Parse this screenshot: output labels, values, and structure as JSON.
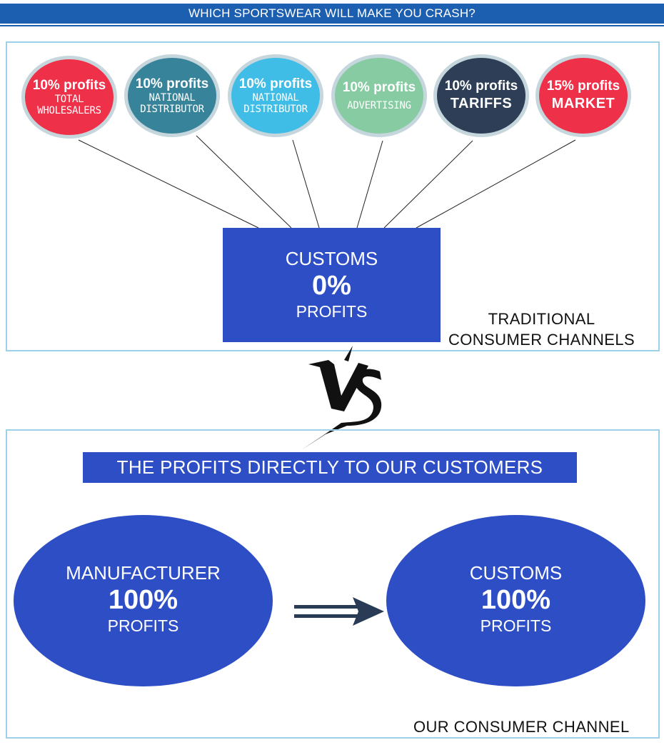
{
  "header": {
    "title": "WHICH SPORTSWEAR WILL MAKE YOU CRASH?"
  },
  "traditional": {
    "nodes": [
      {
        "pct": "10% profits",
        "label": [
          "TOTAL",
          "WHOLESALERS"
        ],
        "color": "#ee3049"
      },
      {
        "pct": "10% profits",
        "label": [
          "NATIONAL",
          "DISTRIBUTOR"
        ],
        "color": "#37839a"
      },
      {
        "pct": "10% profits",
        "label": [
          "NATIONAL",
          "DISTRIBUTOR"
        ],
        "color": "#3fbde6"
      },
      {
        "pct": "10% profits",
        "label": [
          "ADVERTISING"
        ],
        "color": "#86cba1"
      },
      {
        "pct": "10% profits",
        "label": [
          "TARIFFS"
        ],
        "color": "#2d3e56"
      },
      {
        "pct": "15% profits",
        "label": [
          "MARKET"
        ],
        "color": "#ee3049"
      }
    ],
    "customs": {
      "title": "CUSTOMS",
      "value": "0%",
      "unit": "PROFITS"
    },
    "caption": [
      "TRADITIONAL",
      "CONSUMER CHANNELS"
    ]
  },
  "vs": {
    "text": "VS"
  },
  "ours": {
    "headline": "THE PROFITS DIRECTLY TO OUR CUSTOMERS",
    "manufacturer": {
      "title": "MANUFACTURER",
      "value": "100%",
      "unit": "PROFITS"
    },
    "customs": {
      "title": "CUSTOMS",
      "value": "100%",
      "unit": "PROFITS"
    },
    "caption": "OUR CONSUMER CHANNEL"
  },
  "colors": {
    "accent": "#2e4ec6",
    "banner": "#1c5fb0",
    "panel_border": "#9fd0ea",
    "arrow": "#2a3b55"
  }
}
